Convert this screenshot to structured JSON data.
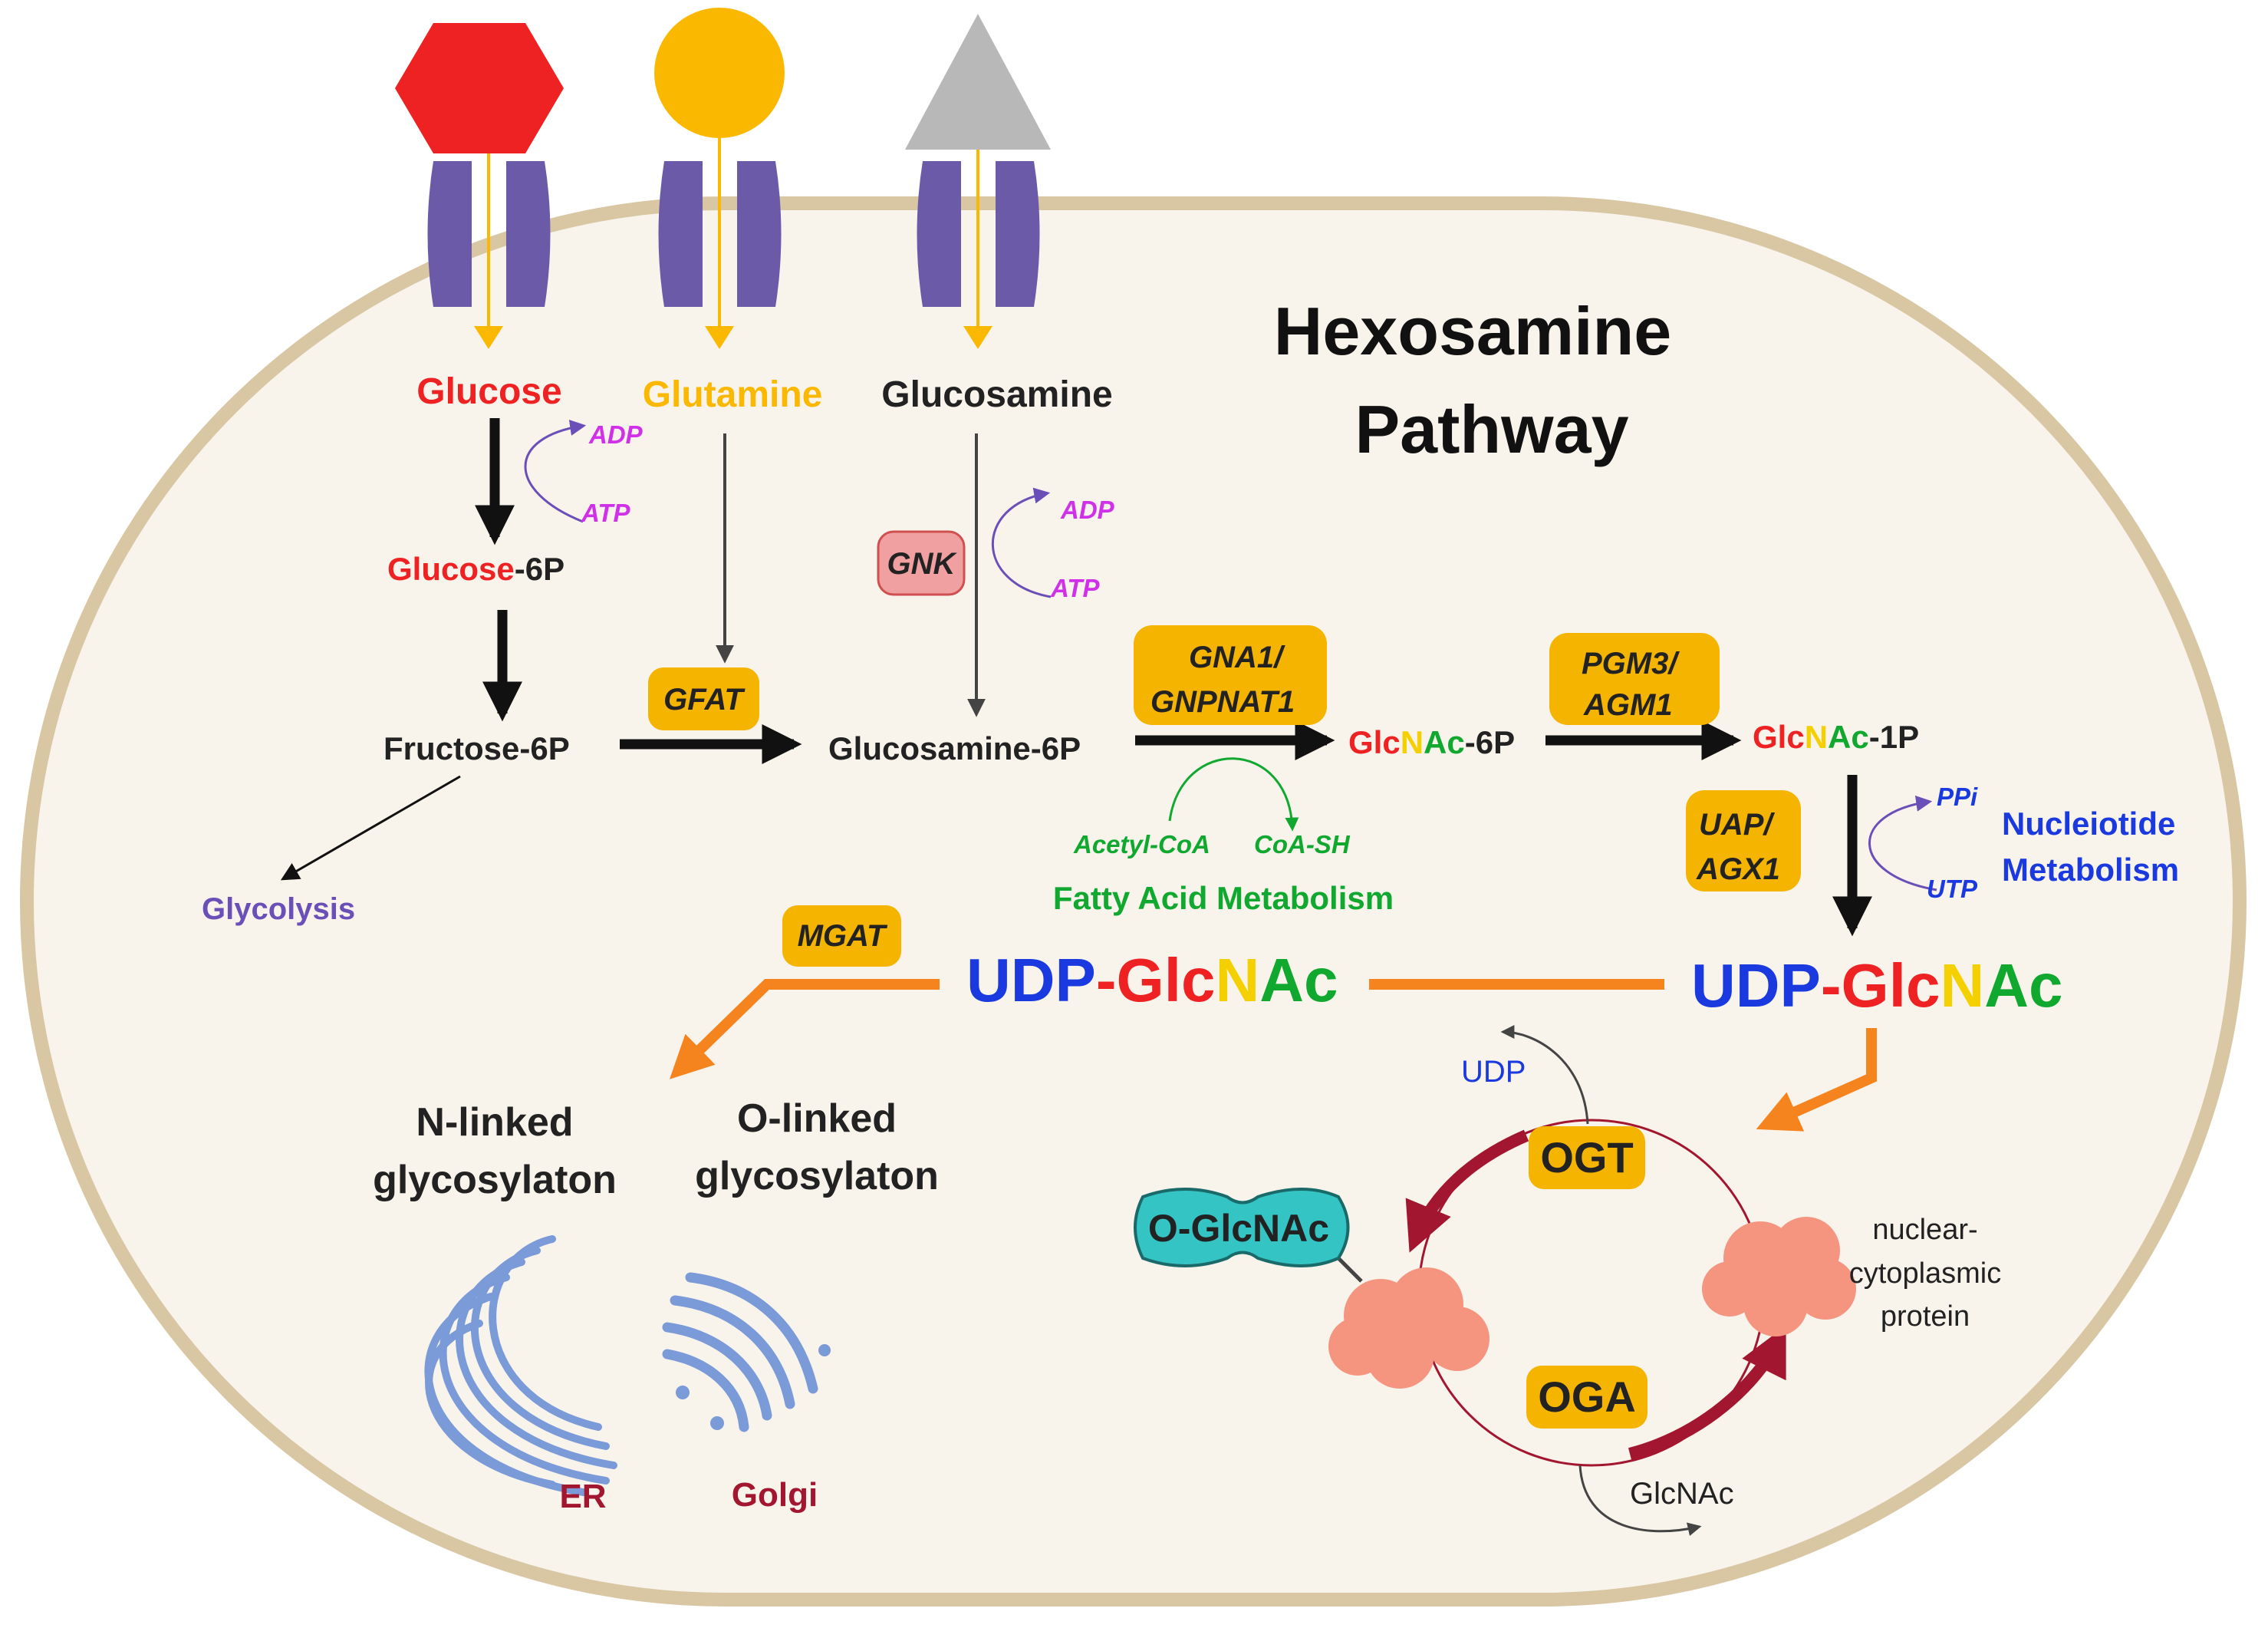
{
  "title": {
    "line1": "Hexosamine",
    "line2": "Pathway"
  },
  "inputs": {
    "glucose": "Glucose",
    "glutamine": "Glutamine",
    "glucosamine": "Glucosamine"
  },
  "metabolites": {
    "glucose_6p_prefix": "Glucose",
    "glucose_6p_suffix": "-6P",
    "fructose_6p": "Fructose-6P",
    "glucosamine_6p": "Glucosamine-6P",
    "glc": "Glc",
    "n": "N",
    "ac": "Ac",
    "glcnac_6p_suffix": "-6P",
    "glcnac_1p_suffix": "-1P",
    "udp": "UDP",
    "dash": "-",
    "glycolysis": "Glycolysis"
  },
  "cofactors": {
    "adp": "ADP",
    "atp": "ATP",
    "acetyl_coa": "Acetyl-CoA",
    "coa_sh": "CoA-SH",
    "ppi": "PPi",
    "utp": "UTP",
    "udp_out": "UDP",
    "glcnac_out": "GlcNAc"
  },
  "enzymes": {
    "gnk": "GNK",
    "gfat": "GFAT",
    "gna1_line1": "GNA1/",
    "gna1_line2": "GNPNAT1",
    "pgm3_line1": "PGM3/",
    "pgm3_line2": "AGM1",
    "uap_line1": "UAP/",
    "uap_line2": "AGX1",
    "mgat": "MGAT",
    "ogt": "OGT",
    "oga": "OGA"
  },
  "processes": {
    "fatty_acid": "Fatty Acid Metabolism",
    "nucleotide_line1": "Nucleiotide",
    "nucleotide_line2": "Metabolism",
    "n_linked_line1": "N-linked",
    "n_linked_line2": "glycosylaton",
    "o_linked_line1": "O-linked",
    "o_linked_line2": "glycosylaton",
    "er": "ER",
    "golgi": "Golgi",
    "o_glcnac": "O-GlcNAc",
    "protein_line1": "nuclear-",
    "protein_line2": "cytoplasmic",
    "protein_line3": "protein"
  },
  "colors": {
    "cell_fill": "#f8f4ec",
    "cell_border": "#d9c7a4",
    "transporter": "#6a5aa8",
    "enzyme_box": "#f5b400",
    "gnk_box": "#f0a0a0",
    "glucose_red": "#ee2222",
    "glutamine_orange": "#fbb800",
    "glucosamine_gray": "#b8b8b8",
    "green": "#11a830",
    "blue": "#1a3ae0",
    "yellow": "#f5d000",
    "magenta": "#d030e8",
    "purple": "#6a4fb8",
    "dark_red": "#a3162f",
    "orange_arrow": "#f5841f",
    "teal": "#35c4c4",
    "salmon": "#f59580",
    "organelle_blue": "#7a9ad8"
  }
}
